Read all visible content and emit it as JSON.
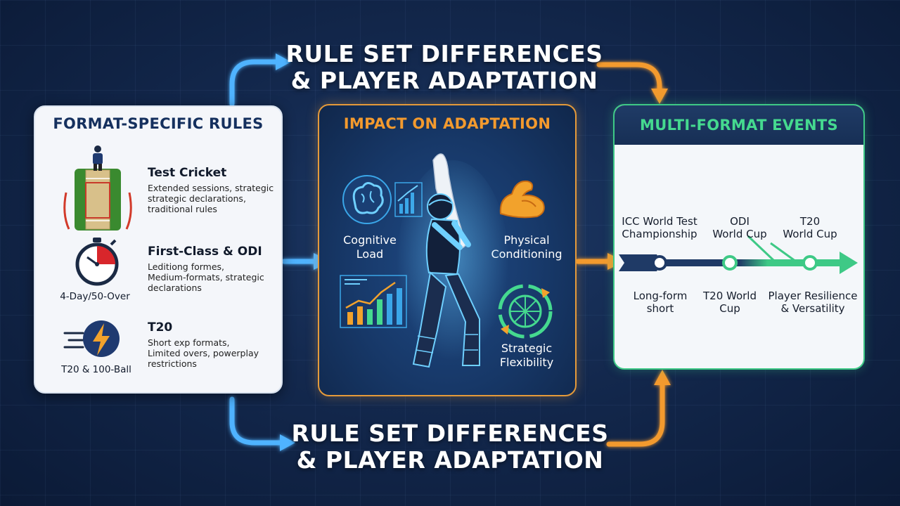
{
  "headings": {
    "top": [
      "RULE SET DIFFERENCES",
      "& PLAYER ADAPTATION"
    ],
    "bottom": [
      "RULE SET DIFFERENCES",
      "& PLAYER ADAPTATION"
    ]
  },
  "format_rules": {
    "title": "FORMAT-SPECIFIC RULES",
    "items": [
      {
        "name": "Test Cricket",
        "description": [
          "Extended sessions, strategic",
          "strategic declarations,",
          "traditional rules"
        ],
        "icon": "pitch-icon",
        "caption": ""
      },
      {
        "name": "First-Class & ODI",
        "description": [
          "Leditiong formes,",
          "Medium-formats, strategic",
          "declarations"
        ],
        "icon": "stopwatch-icon",
        "caption": "4-Day/50-Over"
      },
      {
        "name": "T20",
        "description": [
          "Short exp formats,",
          "Limited overs, powerplay",
          "restrictions"
        ],
        "icon": "lightning-icon",
        "caption": "T20 & 100-Ball"
      }
    ]
  },
  "impact": {
    "title": "IMPACT ON ADAPTATION",
    "factors": [
      {
        "label": [
          "Cognitive",
          "Load"
        ],
        "icon": "brain-icon"
      },
      {
        "label": [
          "Physical",
          "Conditioning"
        ],
        "icon": "muscle-icon"
      },
      {
        "label": [
          "Strategic",
          "Flexibility"
        ],
        "icon": "cycle-icon"
      }
    ],
    "center_icon": "batsman-icon",
    "chart_icon": "bar-chart-icon"
  },
  "events": {
    "title": "MULTI-FORMAT EVENTS",
    "top_labels": [
      [
        "ICC World Test",
        "Championship"
      ],
      [
        "ODI",
        "World Cup"
      ],
      [
        "T20",
        "World Cup"
      ]
    ],
    "bottom_labels": [
      [
        "Long-form",
        "short"
      ],
      [
        "T20 World",
        "Cup"
      ],
      [
        "Player Resilience",
        "& Versatility"
      ]
    ]
  },
  "colors": {
    "blue_arrow": "#4fb3ff",
    "orange_arrow": "#f39a2e",
    "green_accent": "#3ec986",
    "navy": "#15305e"
  }
}
